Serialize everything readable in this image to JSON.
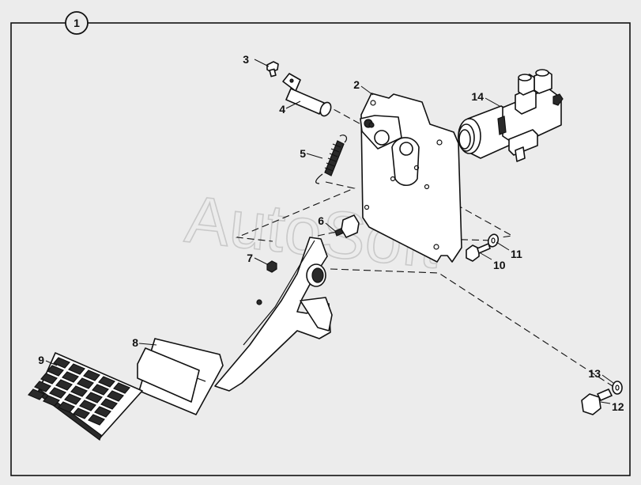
{
  "diagram": {
    "group_label": "1",
    "watermark": "AutoSoft",
    "callouts": [
      {
        "id": "callout-2",
        "text": "2"
      },
      {
        "id": "callout-3",
        "text": "3"
      },
      {
        "id": "callout-4",
        "text": "4"
      },
      {
        "id": "callout-5",
        "text": "5"
      },
      {
        "id": "callout-6",
        "text": "6"
      },
      {
        "id": "callout-7",
        "text": "7"
      },
      {
        "id": "callout-8",
        "text": "8"
      },
      {
        "id": "callout-9",
        "text": "9"
      },
      {
        "id": "callout-10",
        "text": "10"
      },
      {
        "id": "callout-11",
        "text": "11"
      },
      {
        "id": "callout-12",
        "text": "12"
      },
      {
        "id": "callout-13",
        "text": "13"
      },
      {
        "id": "callout-14",
        "text": "14"
      }
    ]
  }
}
